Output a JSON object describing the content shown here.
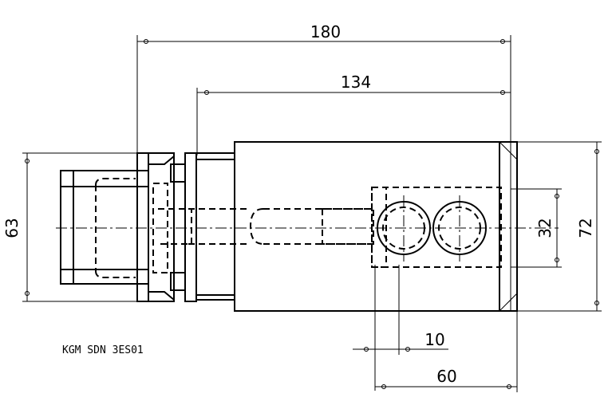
{
  "drawing": {
    "dimensions": {
      "overall_length": "180",
      "body_length": "134",
      "flange_height": "63",
      "port_spacing_vertical": "32",
      "body_height": "72",
      "port_offset": "10",
      "port_span": "60"
    },
    "part_code": "KGM    SDN 3ES01"
  }
}
